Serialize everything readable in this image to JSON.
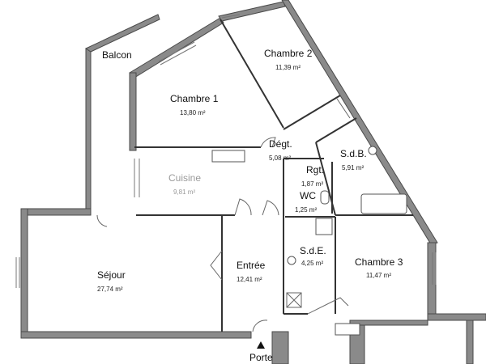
{
  "rooms": {
    "balcon": {
      "name": "Balcon"
    },
    "chambre1": {
      "name": "Chambre 1",
      "area": "13,80 m²"
    },
    "chambre2": {
      "name": "Chambre 2",
      "area": "11,39 m²"
    },
    "degt": {
      "name": "Dégt.",
      "area": "5,08 m²"
    },
    "sdb": {
      "name": "S.d.B.",
      "area": "5,91 m²"
    },
    "cuisine": {
      "name": "Cuisine",
      "area": "9,81 m²"
    },
    "rgt": {
      "name": "Rgt.",
      "area": "1,87 m²"
    },
    "wc": {
      "name": "WC",
      "area": "1,25 m²"
    },
    "sejour": {
      "name": "Séjour",
      "area": "27,74 m²"
    },
    "entree": {
      "name": "Entrée",
      "area": "12,41 m²"
    },
    "sde": {
      "name": "S.d.E.",
      "area": "4,25 m²"
    },
    "chambre3": {
      "name": "Chambre 3",
      "area": "11,47 m²"
    }
  },
  "porte": {
    "label": "Porte"
  },
  "colors": {
    "wall": "#8a8a8a",
    "line": "#333333",
    "text": "#111111"
  }
}
